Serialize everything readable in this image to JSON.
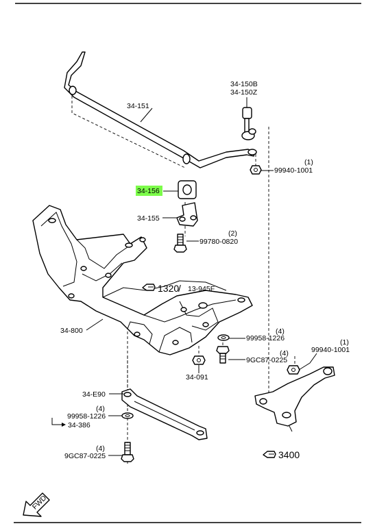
{
  "colors": {
    "highlight": "#7CFC4A",
    "ink": "#000000",
    "background": "#ffffff"
  },
  "labels": {
    "p34_151": "34-151",
    "p34_150b": "34-150B",
    "p34_150z": "34-150Z",
    "q1_top": "(1)",
    "p99940_1001_top": "99940-1001",
    "p34_156": "34-156",
    "p34_155": "34-155",
    "q2": "(2)",
    "p99780_0820": "99780-0820",
    "ref_1320": "1320",
    "ref_13_945f": "13-945F",
    "p34_800": "34-800",
    "q4_a": "(4)",
    "p99958_1226_a": "99958-1226",
    "q1_b": "(1)",
    "p99940_1001_b": "99940-1001",
    "q4_b": "(4)",
    "p9gc87_0225_a": "9GC87-0225",
    "p34_091": "34-091",
    "p34_e90": "34-E90",
    "q4_c": "(4)",
    "p99958_1226_b": "99958-1226",
    "p34_386": "34-386",
    "q4_d": "(4)",
    "p9gc87_0225_b": "9GC87-0225",
    "ref_3400": "3400",
    "fwd": "FWD"
  },
  "icons": [
    "reference-hand-icon",
    "fwd-arrow-icon"
  ]
}
